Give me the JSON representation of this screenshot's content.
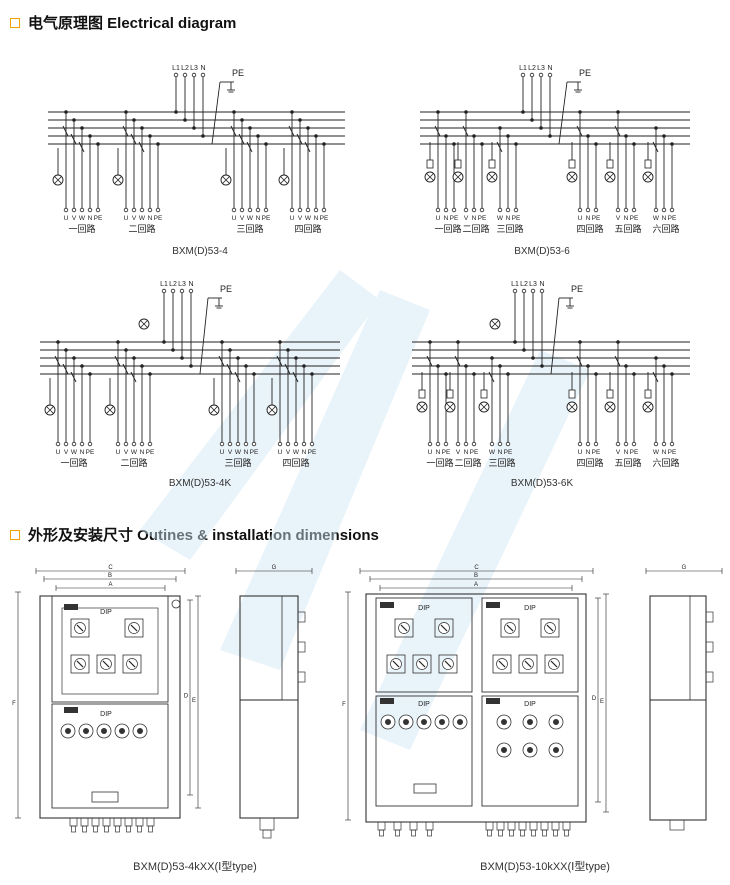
{
  "section1": {
    "title": "电气原理图 Electrical diagram"
  },
  "section2": {
    "title": "外形及安装尺寸 Outines & installation dimensions"
  },
  "top_labels": {
    "l1": "L1",
    "l2": "L2",
    "l3": "L3",
    "n": "N",
    "pe": "PE"
  },
  "terminals": {
    "u": "U",
    "v": "V",
    "w": "W",
    "n": "N",
    "pe": "PE"
  },
  "circuits": [
    "一回路",
    "二回路",
    "三回路",
    "四回路",
    "五回路",
    "六回路"
  ],
  "diagram_captions": [
    "BXM(D)53-4",
    "BXM(D)53-6",
    "BXM(D)53-4K",
    "BXM(D)53-6K"
  ],
  "dim_letters": {
    "a": "A",
    "b": "B",
    "c": "C",
    "d": "D",
    "e": "E",
    "f": "F",
    "g": "G",
    "dip": "DIP"
  },
  "dimension_captions": [
    "BXM(D)53-4kXX(Ⅰ型type)",
    "BXM(D)53-10kXX(Ⅰ型type)"
  ]
}
